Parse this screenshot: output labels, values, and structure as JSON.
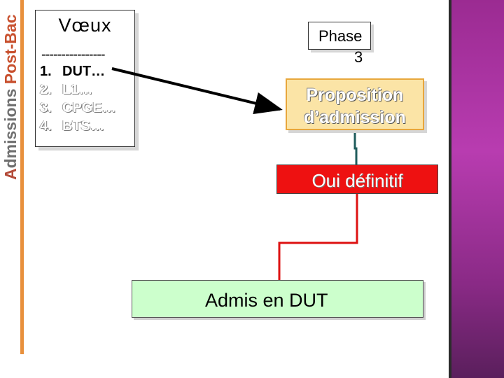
{
  "sidebar": {
    "title_a": "A",
    "title_b": "dmissions ",
    "title_c": "Post-Bac",
    "accent_color": "#e8903c"
  },
  "voeux": {
    "title": "Vœux",
    "separator": "----------------",
    "items": [
      {
        "num": "1.",
        "label": "DUT…"
      },
      {
        "num": "2.",
        "label": "L1…"
      },
      {
        "num": "3.",
        "label": "CPGE…"
      },
      {
        "num": "4.",
        "label": "BTS…"
      }
    ]
  },
  "phase": {
    "label": "Phase",
    "number": "3"
  },
  "proposition": {
    "line1": "Proposition",
    "line2": "d’admission",
    "color": "#fbe4a6"
  },
  "oui": {
    "label": "Oui définitif",
    "color": "#ee1111"
  },
  "admis": {
    "label": "Admis en DUT",
    "color": "#ccffcc"
  },
  "connector_colors": {
    "arrow": "#000000",
    "teal": "#1f5c5c",
    "red": "#dd1111"
  },
  "panel_color": "#9b2b92"
}
